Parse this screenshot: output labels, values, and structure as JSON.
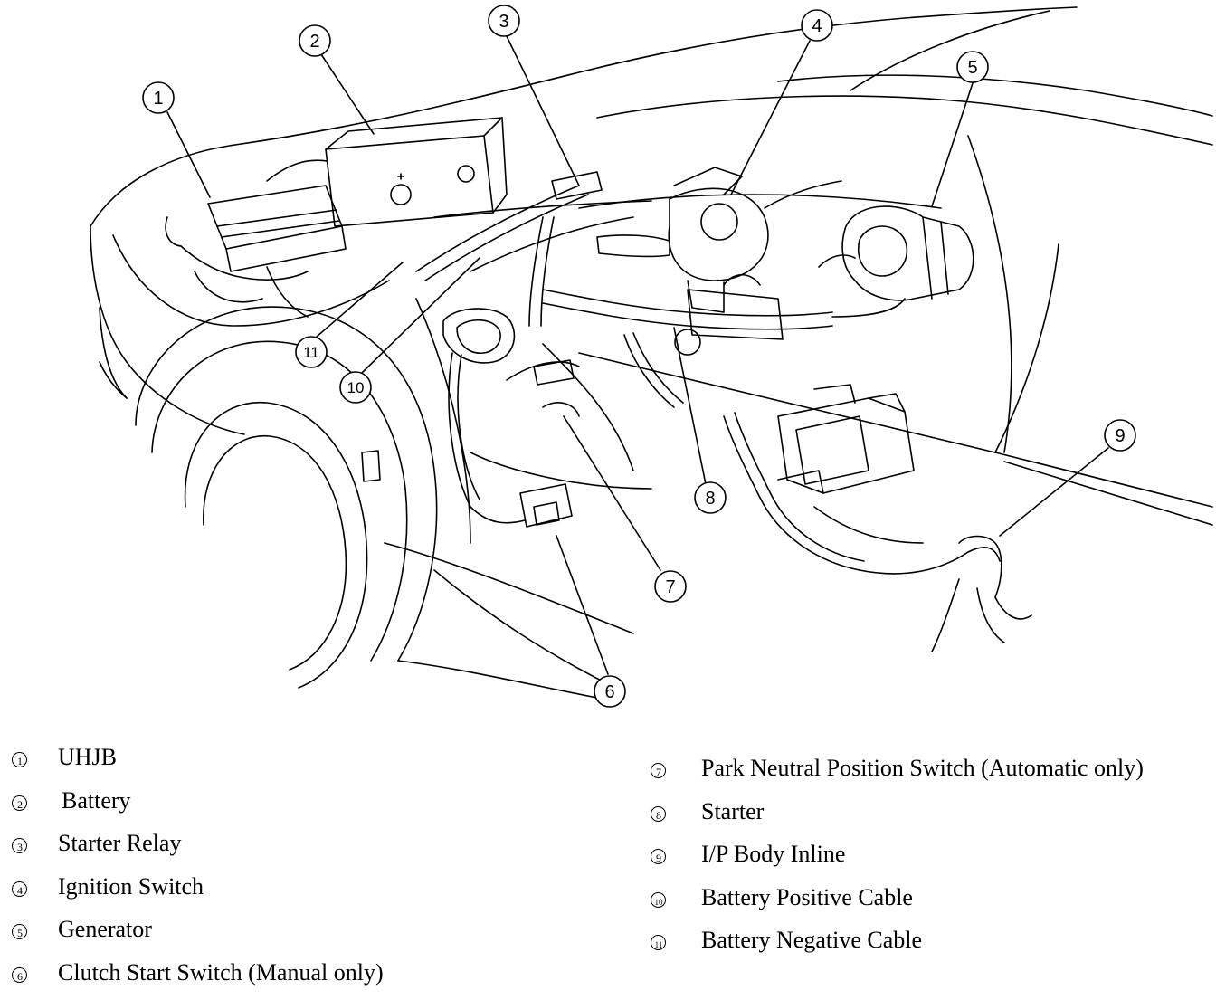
{
  "diagram": {
    "callouts": [
      {
        "id": "1",
        "label": "1"
      },
      {
        "id": "2",
        "label": "2"
      },
      {
        "id": "3",
        "label": "3"
      },
      {
        "id": "4",
        "label": "4"
      },
      {
        "id": "5",
        "label": "5"
      },
      {
        "id": "6",
        "label": "6"
      },
      {
        "id": "7",
        "label": "7"
      },
      {
        "id": "8",
        "label": "8"
      },
      {
        "id": "9",
        "label": "9"
      },
      {
        "id": "10",
        "label": "10"
      },
      {
        "id": "11",
        "label": "11"
      }
    ],
    "legend_left": [
      {
        "num": "1",
        "label": "UHJB"
      },
      {
        "num": "2",
        "label": "Battery"
      },
      {
        "num": "3",
        "label": "Starter Relay"
      },
      {
        "num": "4",
        "label": "Ignition Switch"
      },
      {
        "num": "5",
        "label": "Generator"
      },
      {
        "num": "6",
        "label": "Clutch Start Switch (Manual only)"
      }
    ],
    "legend_right": [
      {
        "num": "7",
        "label": "Park Neutral Position Switch (Automatic only)"
      },
      {
        "num": "8",
        "label": "Starter"
      },
      {
        "num": "9",
        "label": "I/P Body Inline"
      },
      {
        "num": "10",
        "label": "Battery Positive Cable"
      },
      {
        "num": "11",
        "label": "Battery Negative Cable"
      }
    ]
  }
}
